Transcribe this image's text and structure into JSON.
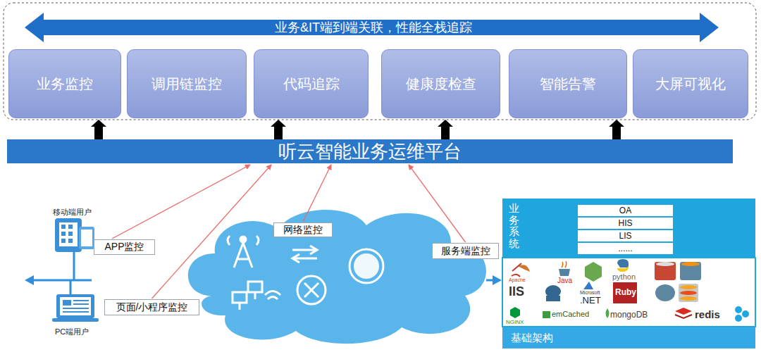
{
  "diagram": {
    "nodes": [
      {
        "text": [
          "业务&IT端到端关联，性能全栈追踪"
        ]
      },
      {
        "text": [
          "业务监控"
        ]
      },
      {
        "text": [
          "调用链监控"
        ]
      },
      {
        "text": [
          "代码追踪"
        ]
      },
      {
        "text": [
          "健康度检查"
        ]
      },
      {
        "text": [
          "智能告警"
        ]
      },
      {
        "text": [
          "大屏可视化"
        ]
      },
      {
        "text": [
          "听云智能业务运维平台"
        ]
      },
      {
        "text": [
          "APP监控"
        ]
      },
      {
        "text": [
          "页面/小程序监控"
        ]
      },
      {
        "text": [
          "网络监控"
        ]
      },
      {
        "text": [
          "服务端监控"
        ]
      },
      {
        "text": [
          "业务系统"
        ]
      },
      {
        "text": [
          "OA"
        ],
        "in": 12
      },
      {
        "text": [
          "HIS"
        ],
        "in": 12
      },
      {
        "text": [
          "LIS"
        ],
        "in": 12
      },
      {
        "text": [
          "......"
        ],
        "in": 12
      },
      {
        "text": [
          "基础架构"
        ]
      }
    ],
    "edges": [
      {
        "from": 7,
        "to": 1,
        "arrow": "to"
      },
      {
        "from": 7,
        "to": 3,
        "arrow": "to"
      },
      {
        "from": 7,
        "to": 4,
        "arrow": "to"
      },
      {
        "from": 7,
        "to": 5,
        "arrow": "to"
      },
      {
        "from": 8,
        "to": 7,
        "arrow": "to"
      },
      {
        "from": 9,
        "to": 7,
        "arrow": "to"
      },
      {
        "from": 10,
        "to": 7,
        "arrow": "to"
      },
      {
        "from": 11,
        "to": 7,
        "arrow": "to"
      }
    ],
    "labels": [
      "移动端用户",
      "PC端用户",
      "Apache",
      "Java",
      "python",
      "IIS",
      "Microsoft",
      ".NET",
      "Ruby",
      "NGINX",
      "emCached",
      "mongoDB",
      "redis"
    ]
  }
}
